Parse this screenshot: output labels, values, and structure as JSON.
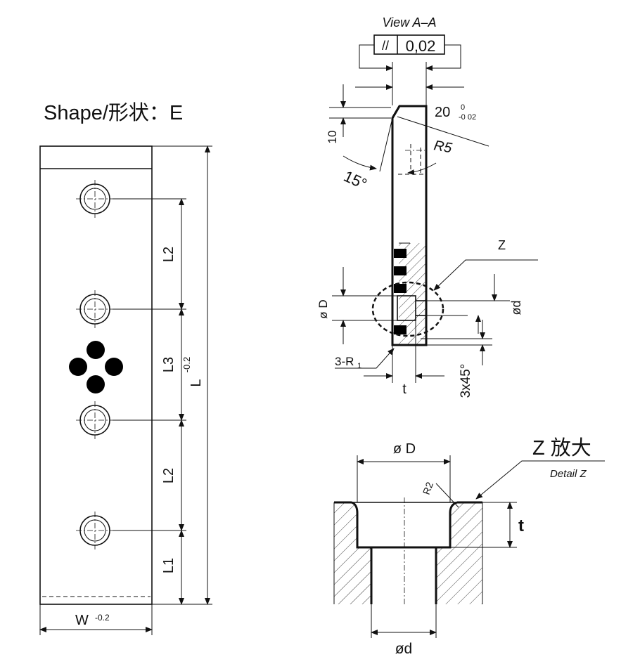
{
  "shape_label": "Shape/形状：E",
  "front_view": {
    "dim_L1": "L1",
    "dim_L2_top": "L2",
    "dim_L3": "L3",
    "dim_L2_bottom": "L2",
    "dim_L": "L",
    "dim_L_tol": "-0.2",
    "dim_W": "W",
    "dim_W_tol": "-0.2"
  },
  "section_view": {
    "title": "View A–A",
    "parallel_symbol": "//",
    "parallel_tol": "0,02",
    "dim_20": "20",
    "dim_20_upper": "0",
    "dim_20_lower": "-0 02",
    "dim_R5": "R5",
    "dim_10": "10",
    "dim_15deg": "15°",
    "label_Z": "Z",
    "dim_phiD": "ø D",
    "dim_phid": "ød",
    "dim_3R1": "3-R",
    "dim_3R1_sub": "1",
    "dim_t": "t",
    "dim_3x45": "3x45°"
  },
  "detail_view": {
    "title": "Z 放大",
    "subtitle": "Detail Z",
    "dim_phiD": "ø D",
    "dim_R2": "R2",
    "dim_t": "t",
    "dim_phid": "ød"
  }
}
